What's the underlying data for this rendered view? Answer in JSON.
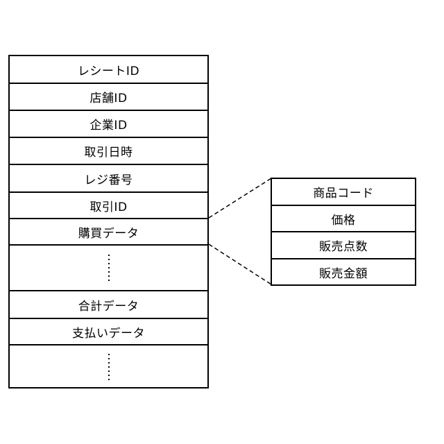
{
  "receipt_fields": [
    "レシートID",
    "店舗ID",
    "企業ID",
    "取引日時",
    "レジ番号",
    "取引ID",
    "購買データ",
    "⋮",
    "合計データ",
    "支払いデータ",
    "⋮"
  ],
  "purchase_fields": [
    "商品コード",
    "価格",
    "販売点数",
    "販売金額"
  ]
}
